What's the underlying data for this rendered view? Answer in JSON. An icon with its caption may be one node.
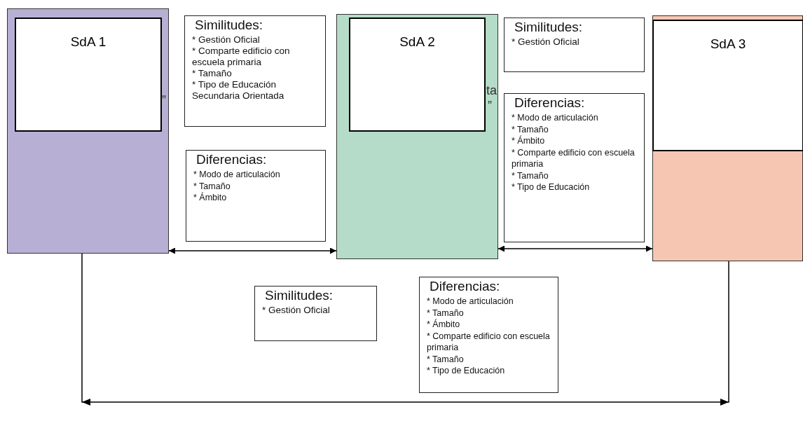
{
  "diagram": {
    "nodes": [
      {
        "text": [],
        "shape": "box"
      },
      {
        "text": [
          "SdA 1"
        ],
        "in": 0
      },
      {
        "text": [
          "Similitudes:",
          "* Gestión Oficial",
          "* Comparte edificio con escuela primaria",
          "* Tamaño",
          "* Tipo de Educación Secundaria Orientada"
        ]
      },
      {
        "text": [
          "Diferencias:",
          "* Modo de articulación",
          "* Tamaño",
          "* Ámbito"
        ]
      },
      {
        "text": [],
        "shape": "box"
      },
      {
        "text": [
          "SdA 2"
        ],
        "in": 4
      },
      {
        "text": [
          "Similitudes:",
          "* Gestión Oficial"
        ]
      },
      {
        "text": [
          "Diferencias:",
          "* Modo de articulación",
          "* Tamaño",
          "* Ámbito",
          "* Comparte edificio con escuela primaria",
          "* Tamaño",
          "* Tipo de Educación"
        ]
      },
      {
        "text": [],
        "shape": "box"
      },
      {
        "text": [
          "SdA 3"
        ],
        "in": 8
      },
      {
        "text": [
          "Similitudes:",
          "* Gestión Oficial"
        ]
      },
      {
        "text": [
          "Diferencias:",
          "* Modo de articulación",
          "* Tamaño",
          "* Ámbito",
          "* Comparte edificio con escuela primaria",
          "* Tamaño",
          "* Tipo de Educación"
        ]
      }
    ],
    "edges": [
      {
        "from": 0,
        "to": 4,
        "arrow": "both"
      },
      {
        "from": 4,
        "to": 8,
        "arrow": "both"
      },
      {
        "from": 0,
        "to": 8,
        "arrow": "both"
      }
    ],
    "labels": [
      "„",
      "ta",
      "”"
    ]
  }
}
